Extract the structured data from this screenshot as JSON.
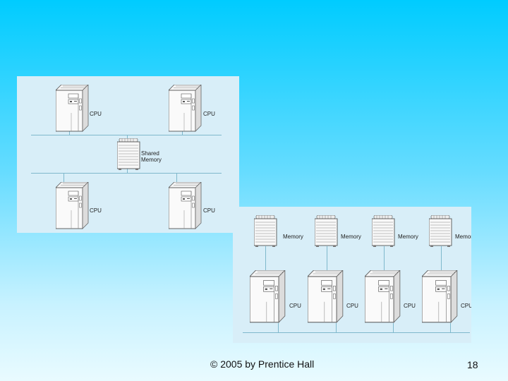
{
  "diagram_top": {
    "cpu_label": "CPU",
    "shared_memory_label_line1": "Shared",
    "shared_memory_label_line2": "Memory"
  },
  "diagram_bottom": {
    "memory_label": "Memory",
    "cpu_label": "CPU"
  },
  "footer": {
    "copyright": "© 2005 by Prentice Hall",
    "page_number": "18"
  }
}
